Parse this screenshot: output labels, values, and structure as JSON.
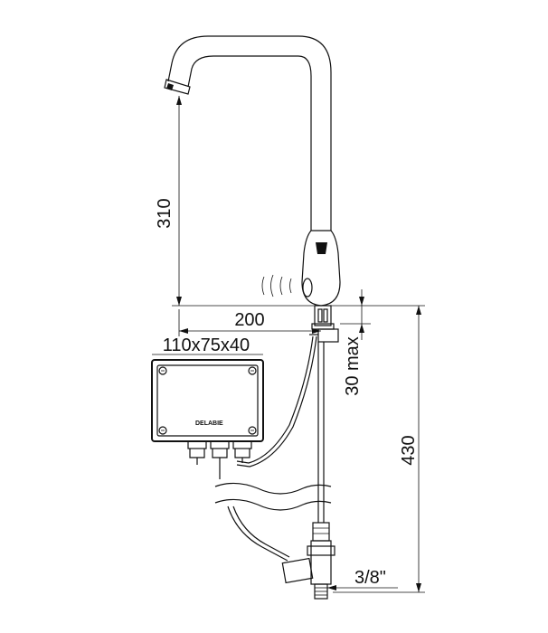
{
  "dimensions": {
    "spout_height": "310",
    "reach": "200",
    "box_size": "110x75x40",
    "deck_thickness": "30 max",
    "total_height": "430",
    "connection": "3/8\""
  },
  "box_brand": "DELABIE",
  "colors": {
    "line": "#111111",
    "background": "#ffffff"
  }
}
